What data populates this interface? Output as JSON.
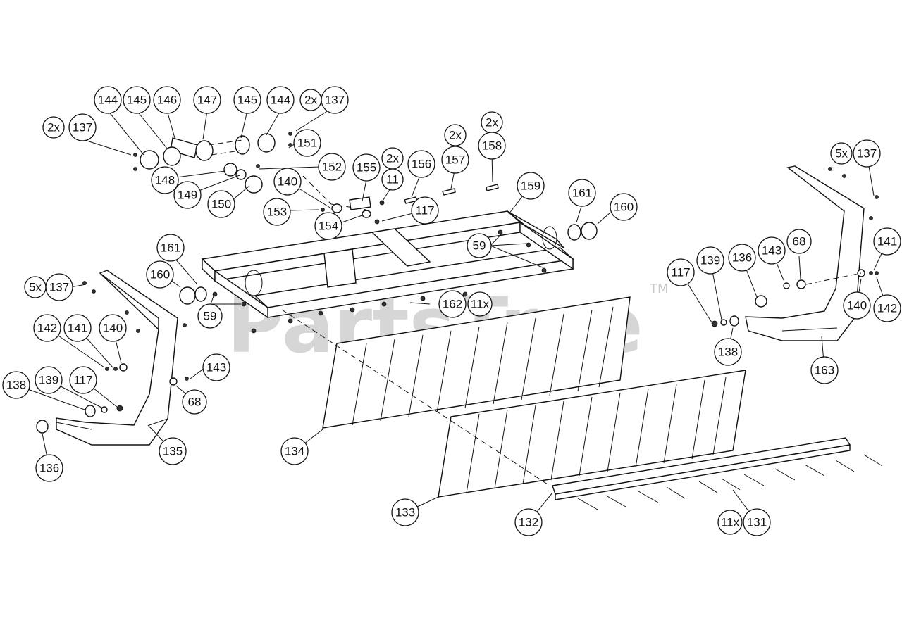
{
  "watermark": {
    "text": "PartsTree",
    "tm": "TM"
  },
  "callouts": {
    "c144a": "144",
    "c145a": "145",
    "c146": "146",
    "c147": "147",
    "c145b": "145",
    "c144b": "144",
    "c2x_a": "2x",
    "c137a": "137",
    "c2x_b": "2x",
    "c137b": "137",
    "c151": "151",
    "c152": "152",
    "c148": "148",
    "c149": "149",
    "c150": "150",
    "c140a": "140",
    "c153": "153",
    "c154": "154",
    "c155": "155",
    "c2x_c": "2x",
    "c11": "11",
    "c156": "156",
    "c2x_d": "2x",
    "c157": "157",
    "c2x_e": "2x",
    "c158": "158",
    "c117a": "117",
    "c159": "159",
    "c161a": "161",
    "c160a": "160",
    "c59a": "59",
    "c161b": "161",
    "c160b": "160",
    "c59b": "59",
    "c5x_a": "5x",
    "c137c": "137",
    "c162": "162",
    "c11x_a": "11x",
    "c142a": "142",
    "c141a": "141",
    "c140b": "140",
    "c143a": "143",
    "c68a": "68",
    "c138a": "138",
    "c139a": "139",
    "c117b": "117",
    "c135": "135",
    "c136a": "136",
    "c134": "134",
    "c133": "133",
    "c132": "132",
    "c11x_b": "11x",
    "c131": "131",
    "c5x_b": "5x",
    "c137d": "137",
    "c117c": "117",
    "c139b": "139",
    "c136b": "136",
    "c143b": "143",
    "c68b": "68",
    "c141b": "141",
    "c140c": "140",
    "c142b": "142",
    "c138b": "138",
    "c163": "163"
  }
}
